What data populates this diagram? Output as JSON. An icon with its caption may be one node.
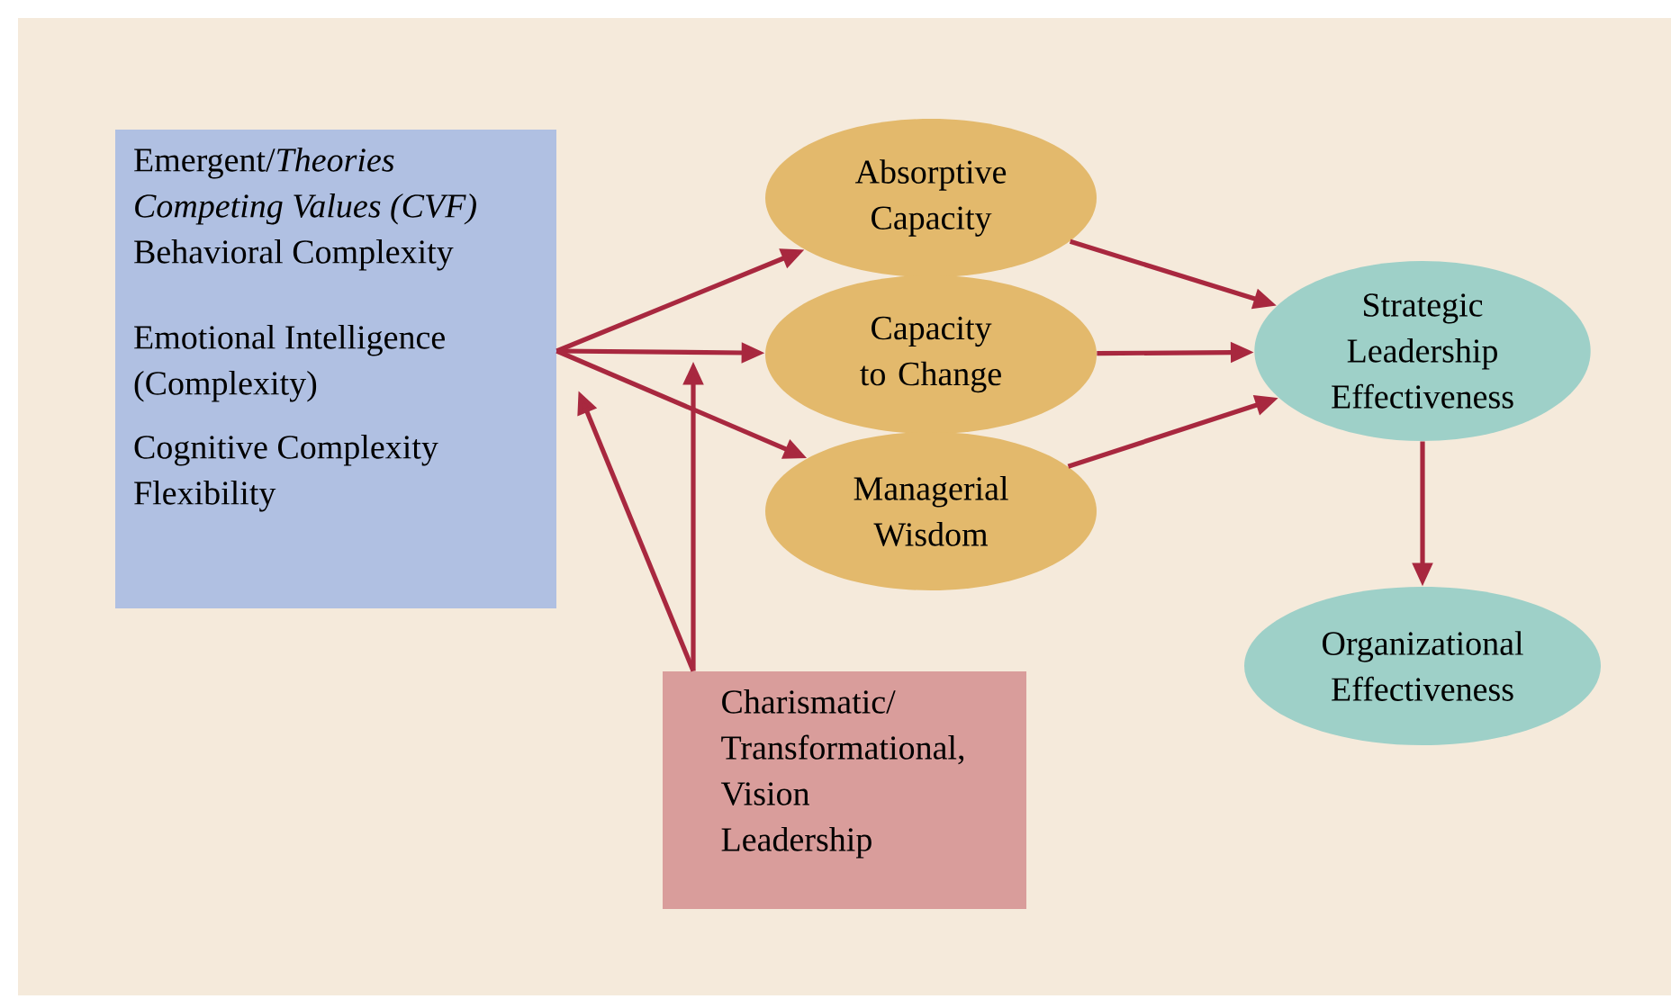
{
  "diagram": {
    "nodes": [
      {
        "text": [
          "Emergent/*Theories Competing Values (CVF)* Behavioral Complexity",
          "Emotional Intelligence (Complexity)",
          "Cognitive Complexity Flexibility"
        ]
      },
      {
        "text": [
          "Absorptive Capacity"
        ]
      },
      {
        "text": [
          "Capacity to Change"
        ]
      },
      {
        "text": [
          "Managerial Wisdom"
        ]
      },
      {
        "text": [
          "Strategic Leadership Effectiveness"
        ]
      },
      {
        "text": [
          "Organizational Effectiveness"
        ]
      },
      {
        "text": [
          "Charismatic/ Transformational, Vision Leadership"
        ]
      }
    ],
    "edges": [
      {
        "from": 0,
        "to": 1,
        "arrow": "to"
      },
      {
        "from": 0,
        "to": 2,
        "arrow": "to"
      },
      {
        "from": 0,
        "to": 3,
        "arrow": "to"
      },
      {
        "from": 6,
        "to": 0,
        "arrow": "to"
      },
      {
        "from": 6,
        "to": null,
        "arrow": "to"
      },
      {
        "from": 1,
        "to": 4,
        "arrow": "to"
      },
      {
        "from": 2,
        "to": 4,
        "arrow": "to"
      },
      {
        "from": 3,
        "to": 4,
        "arrow": "to"
      },
      {
        "from": 4,
        "to": 5,
        "arrow": "to"
      }
    ]
  }
}
